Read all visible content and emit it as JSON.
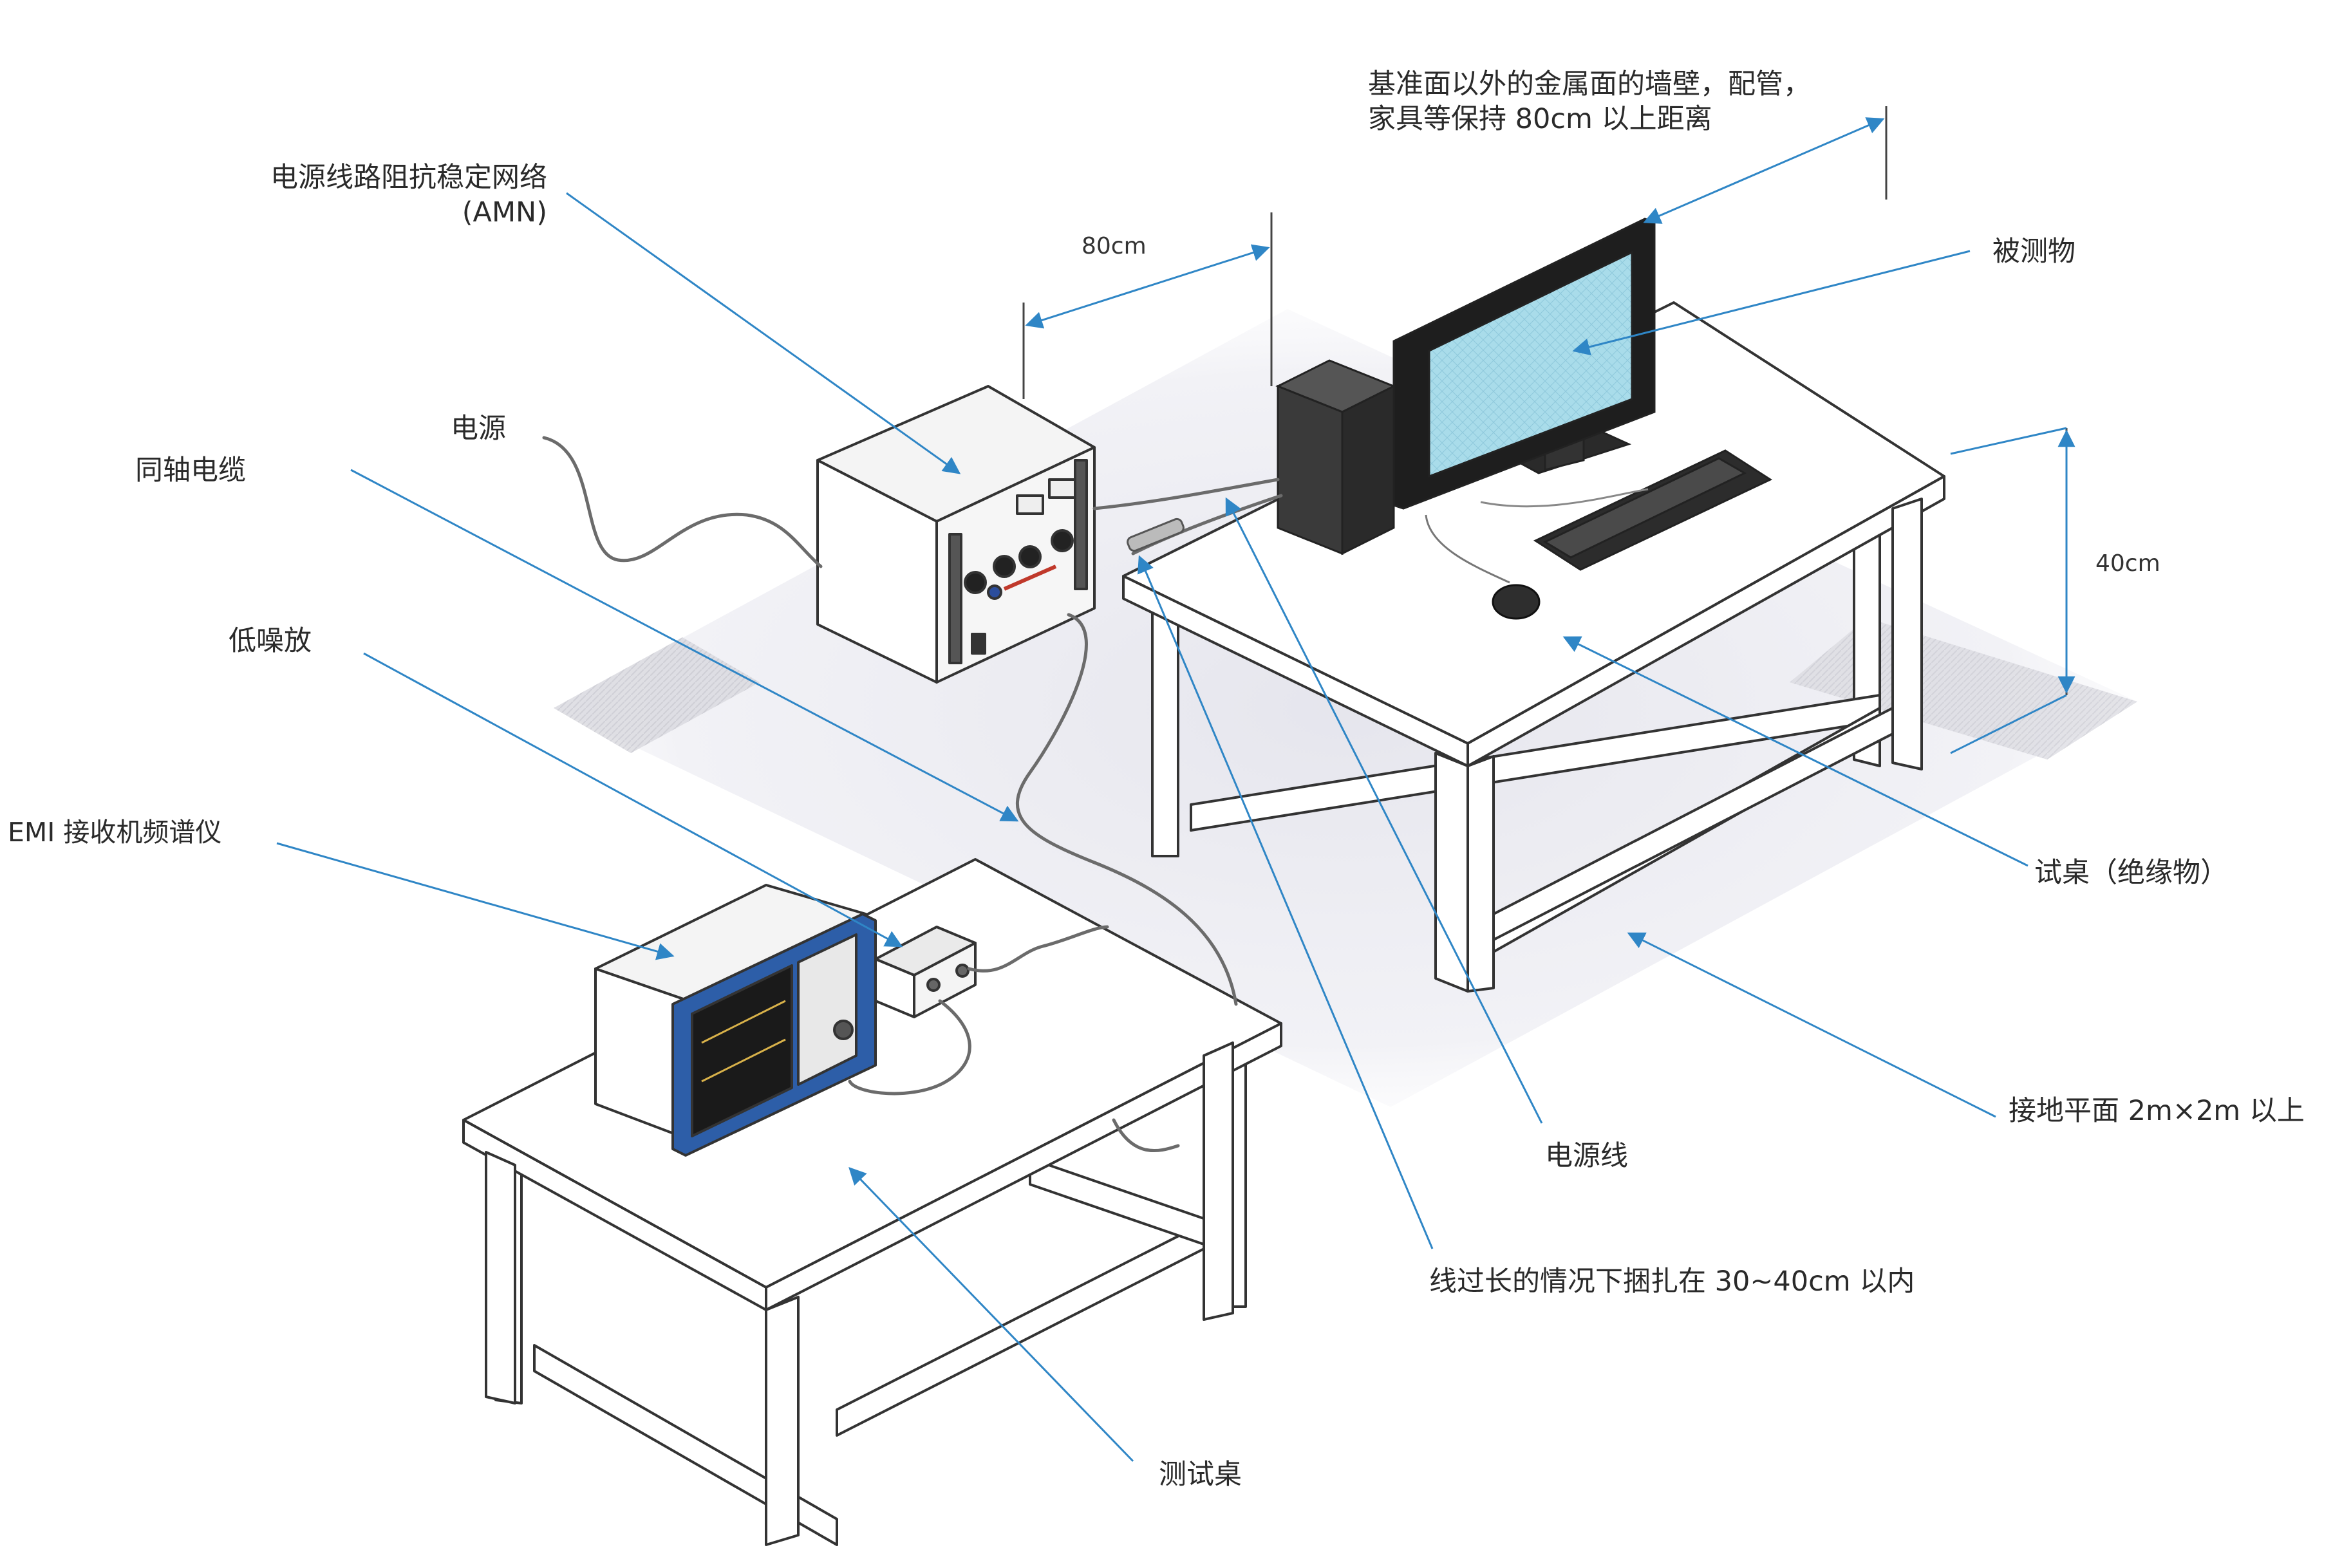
{
  "labels": {
    "amn_line1": "电源线路阻抗稳定网络",
    "amn_line2": "(AMN)",
    "power_source": "电源",
    "coax_cable": "同轴电缆",
    "low_noise_amp": "低噪放",
    "emi_receiver": "EMI 接收机频谱仪",
    "wall_note_line1": "基准面以外的金属面的墙壁，配管，",
    "wall_note_line2": "家具等保持 80cm 以上距离",
    "eut": "被测物",
    "insulated_table": "试桌（绝缘物）",
    "ground_plane": "接地平面 2m×2m 以上",
    "power_line": "电源线",
    "bundle_note": "线过长的情况下捆扎在 30~40cm 以内",
    "test_table": "测试桌"
  },
  "dimensions": {
    "horizontal_distance": "80cm",
    "table_height": "40cm"
  },
  "colors": {
    "leader_line": "#2f86c6",
    "outline": "#333333",
    "screen": "#a9dcea",
    "receiver_frame": "#2d5ea8",
    "floor_shadow": "#dcdce4"
  }
}
